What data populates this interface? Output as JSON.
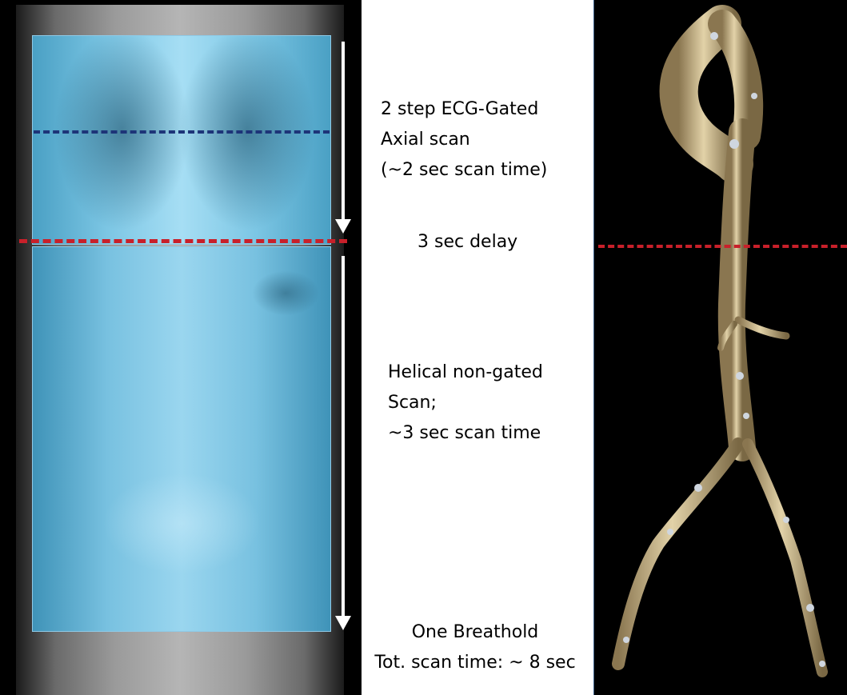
{
  "annotations": {
    "step1": [
      "2 step ECG-Gated",
      "Axial scan",
      "(~2 sec scan time)"
    ],
    "delay": "3 sec delay",
    "step2": [
      "Helical non-gated",
      "Scan;",
      "~3 sec scan time"
    ],
    "total": [
      "One Breathold",
      "Tot. scan time: ~ 8 sec"
    ]
  },
  "colors": {
    "gated_line": "#1d3478",
    "transition_line": "#c8202a",
    "scan_region": "#7cc6e4",
    "aorta": "#c8b48a"
  }
}
